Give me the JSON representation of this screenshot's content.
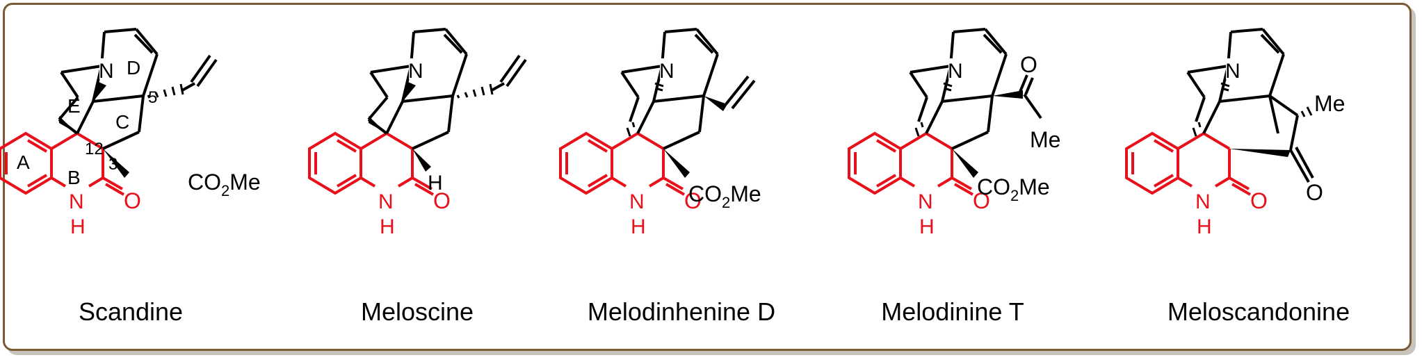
{
  "molecules": [
    {
      "name": "Scandine",
      "ring_labels": {
        "A": "A",
        "B": "B",
        "C": "C",
        "D": "D",
        "E": "E"
      },
      "position_labels": {
        "p12": "12",
        "p3": "3",
        "p5": "5"
      },
      "atoms": {
        "N_top": "N",
        "N_amide": "N",
        "H_amide": "H",
        "O_carbonyl": "O"
      },
      "substituent": "CO2Me",
      "substituent_sub": {
        "co": "CO",
        "two": "2",
        "me": "Me"
      }
    },
    {
      "name": "Meloscine",
      "atoms": {
        "N_top": "N",
        "N_amide": "N",
        "H_amide": "H",
        "O_carbonyl": "O",
        "H_c3": "H"
      }
    },
    {
      "name": "Melodinhenine D",
      "atoms": {
        "N_top": "N",
        "N_amide": "N",
        "H_amide": "H",
        "O_carbonyl": "O"
      },
      "substituent_sub": {
        "co": "CO",
        "two": "2",
        "me": "Me"
      }
    },
    {
      "name": "Melodinine T",
      "atoms": {
        "N_top": "N",
        "N_amide": "N",
        "H_amide": "H",
        "O_carbonyl": "O",
        "O_acetyl": "O",
        "Me_acetyl": "Me"
      },
      "substituent_sub": {
        "co": "CO",
        "two": "2",
        "me": "Me"
      }
    },
    {
      "name": "Meloscandonine",
      "atoms": {
        "N_top": "N",
        "N_amide": "N",
        "H_amide": "H",
        "O_carbonyl": "O",
        "O_ketone": "O",
        "Me": "Me"
      }
    }
  ],
  "colors": {
    "red": "#e8101a",
    "black": "#000000",
    "border": "#7a5a33"
  }
}
